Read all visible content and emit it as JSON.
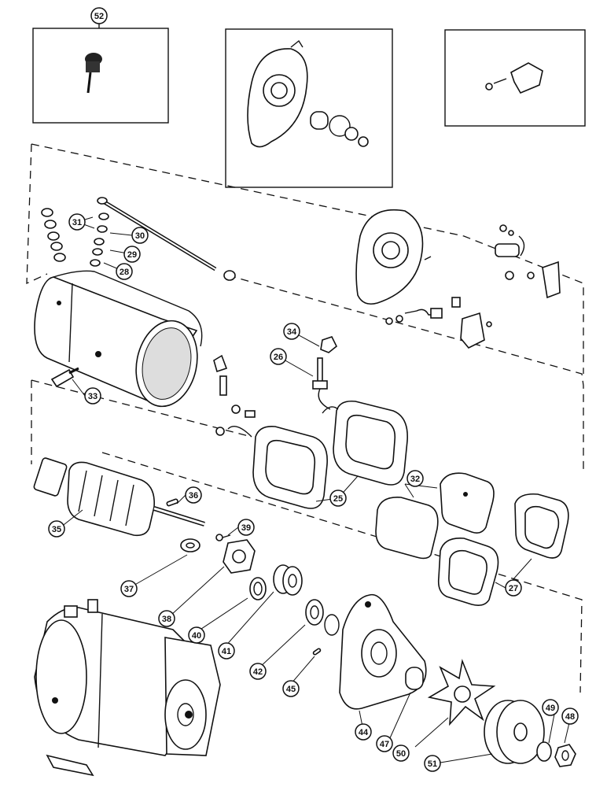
{
  "callouts": [
    {
      "id": "c52",
      "text": "52"
    },
    {
      "id": "c31",
      "text": "31"
    },
    {
      "id": "c30",
      "text": "30"
    },
    {
      "id": "c29",
      "text": "29"
    },
    {
      "id": "c28",
      "text": "28"
    },
    {
      "id": "c34",
      "text": "34"
    },
    {
      "id": "c26",
      "text": "26"
    },
    {
      "id": "c33",
      "text": "33"
    },
    {
      "id": "c36",
      "text": "36"
    },
    {
      "id": "c25",
      "text": "25"
    },
    {
      "id": "c32",
      "text": "32"
    },
    {
      "id": "c39",
      "text": "39"
    },
    {
      "id": "c35",
      "text": "35"
    },
    {
      "id": "c37",
      "text": "37"
    },
    {
      "id": "c27",
      "text": "27"
    },
    {
      "id": "c38",
      "text": "38"
    },
    {
      "id": "c40",
      "text": "40"
    },
    {
      "id": "c41",
      "text": "41"
    },
    {
      "id": "c42",
      "text": "42"
    },
    {
      "id": "c45",
      "text": "45"
    },
    {
      "id": "c44",
      "text": "44"
    },
    {
      "id": "c47",
      "text": "47"
    },
    {
      "id": "c49",
      "text": "49"
    },
    {
      "id": "c48",
      "text": "48"
    },
    {
      "id": "c50",
      "text": "50"
    },
    {
      "id": "c51",
      "text": "51"
    }
  ]
}
